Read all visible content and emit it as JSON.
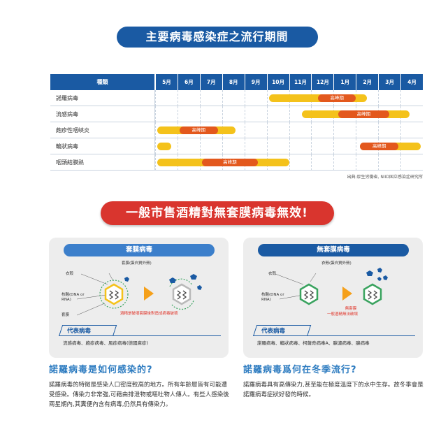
{
  "title1": "主要病毒感染症之流行期間",
  "title2": "一般市售酒精對無套膜病毒無效!",
  "schedule": {
    "header": "種類",
    "months": [
      "5月",
      "6月",
      "7月",
      "8月",
      "9月",
      "10月",
      "11月",
      "12月",
      "1月",
      "2月",
      "3月",
      "4月"
    ],
    "peak_label": "高峰期",
    "rows": [
      {
        "name": "諾羅病毒",
        "season": [
          5,
          9.6
        ],
        "peak": [
          7.2,
          9.1
        ]
      },
      {
        "name": "流感病毒",
        "season": [
          6.5,
          11.5
        ],
        "peak": [
          8.1,
          10.6
        ]
      },
      {
        "name": "皰疹性咽峽炎",
        "season": [
          0,
          3.7
        ],
        "peak": [
          1.0,
          2.9
        ]
      },
      {
        "name": "輪狀病毒",
        "season": [
          9.1,
          12
        ],
        "season2": [
          0,
          0.8
        ],
        "peak": [
          9.1,
          11.0
        ]
      },
      {
        "name": "咽頭結膜熱",
        "season": [
          0,
          6.1
        ],
        "peak": [
          2.0,
          4.7
        ]
      }
    ],
    "source": "出典:厚生労働省, NIID国立感染症研究所"
  },
  "card1": {
    "header": "套膜病毒",
    "label_envelope": "套膜(蛋白質外殼)",
    "label_capsid": "衣殻",
    "label_nucleic": "核酸(DNA or RNA)",
    "label_coat": "套膜",
    "note": "酒精是破壞套膜後對造成病毒破壞",
    "rep_title": "代表病毒",
    "rep_list": "流感病毒、皰疹病毒、風疹病毒(德國麻疹)"
  },
  "card2": {
    "header": "無套膜病毒",
    "label_envelope": "衣殼(蛋白質外殼)",
    "label_capsid": "衣殼",
    "label_nucleic": "核酸(DNA or RNA)",
    "note_line1": "無套膜",
    "note_line2": "一般酒精無法破壞",
    "rep_title": "代表病毒",
    "rep_list": "諾羅病毒、輪狀病毒、柯薩奇病毒A、腺濾病毒、腺病毒"
  },
  "q1": "諾羅病毒是如何感染的?",
  "p1": "諾羅病毒的特徵是感染人口密度較高的地方。所有年齡層皆有可能遭受感染。傳染力非常強,可藉由排泄物或嘔吐物人傳人。有些人感染後兩星期內,其糞便內含有病毒,仍然具有傳染力。",
  "q2": "諾羅病毒爲何在冬季流行?",
  "p2": "諾羅病毒具有高傳染力,甚至能在極度溫度下的水中生存。故冬季會是諾羅病毒症狀好發的時候。",
  "colors": {
    "blue": "#1a5aa3",
    "red": "#d9352e",
    "yellow": "#f4c21b",
    "orange": "#e3581d",
    "green": "#3aa35f"
  }
}
